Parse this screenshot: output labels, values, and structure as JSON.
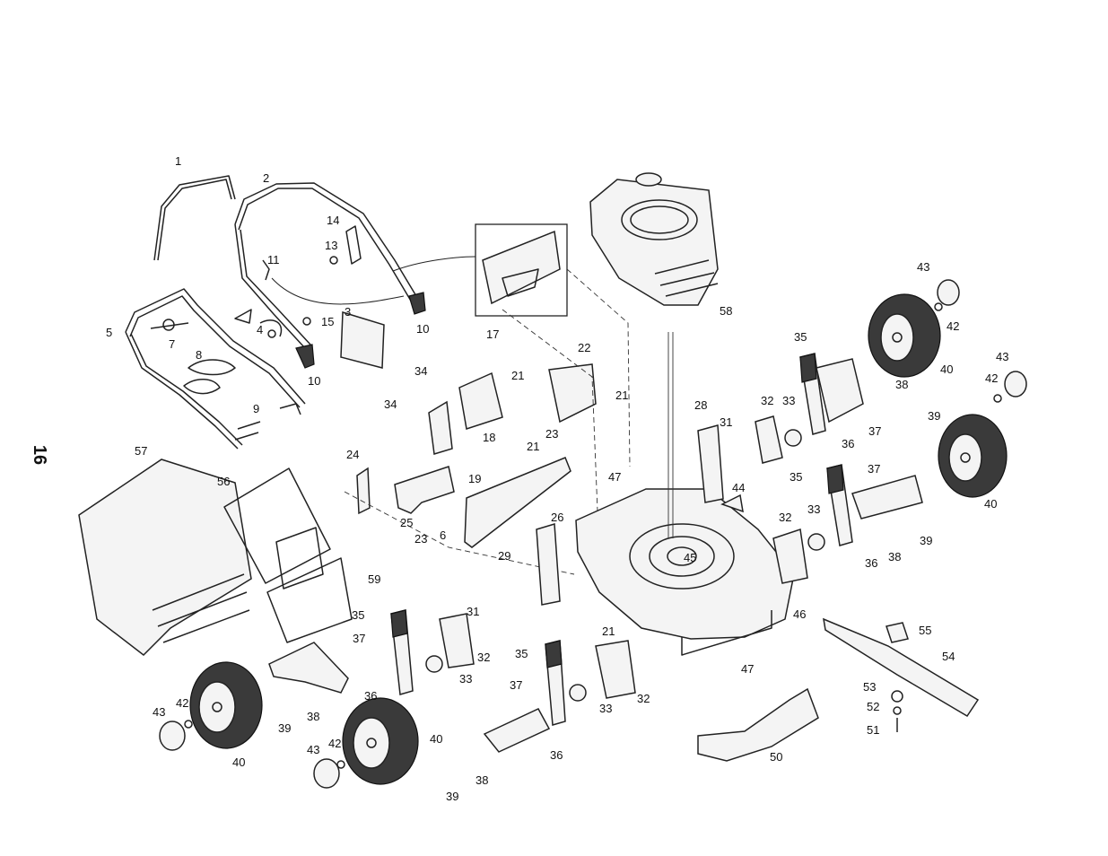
{
  "page_number": "16",
  "diagram": {
    "callouts": [
      "1",
      "2",
      "3",
      "4",
      "5",
      "6",
      "7",
      "8",
      "9",
      "10",
      "11",
      "13",
      "14",
      "15",
      "17",
      "18",
      "19",
      "21",
      "22",
      "23",
      "24",
      "25",
      "26",
      "28",
      "29",
      "31",
      "32",
      "33",
      "34",
      "35",
      "36",
      "37",
      "38",
      "39",
      "40",
      "42",
      "43",
      "44",
      "45",
      "46",
      "47",
      "50",
      "51",
      "52",
      "53",
      "54",
      "55",
      "56",
      "57",
      "58",
      "59"
    ]
  }
}
